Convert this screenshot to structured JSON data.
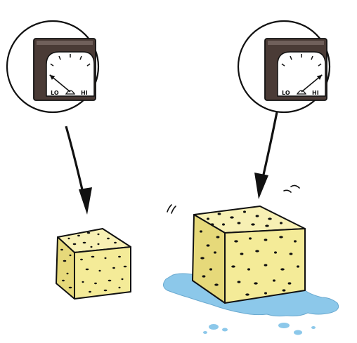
{
  "meters": [
    {
      "low_label": "LO",
      "high_label": "HI",
      "needle_level": 0.22
    },
    {
      "low_label": "LO",
      "high_label": "HI",
      "needle_level": 0.78
    }
  ],
  "colors": {
    "outline": "#111111",
    "meter_case": "#4a3b36",
    "meter_face": "#ffffff",
    "sponge_face": "#f4eb98",
    "sponge_side": "#e6d97a",
    "sponge_top": "#f7f0b4",
    "water": "#8cc8ea",
    "water_highlight": "#c9e6f7"
  },
  "icons": [
    "gauge-icon",
    "sponge-icon",
    "water-puddle-icon",
    "arrow-down-icon",
    "motion-lines-icon"
  ]
}
